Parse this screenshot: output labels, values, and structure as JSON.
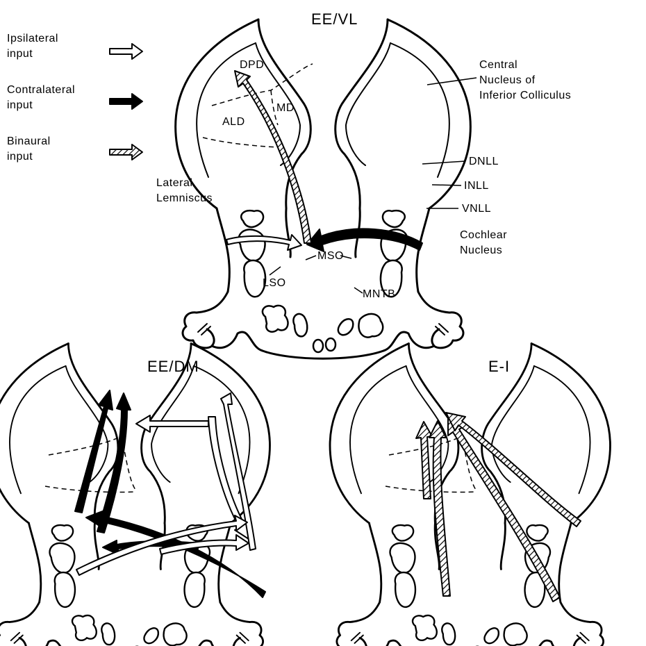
{
  "legend": {
    "ipsilateral": "Ipsilateral\ninput",
    "contralateral": "Contralateral\ninput",
    "binaural": "Binaural\ninput"
  },
  "panels": {
    "top": {
      "title": "EE/VL"
    },
    "bottom_left": {
      "title": "EE/DM"
    },
    "bottom_right": {
      "title": "E-I"
    }
  },
  "labels": {
    "dpd": "DPD",
    "md": "MD",
    "ald": "ALD",
    "central_nucleus": "Central\nNucleus of\nInferior Colliculus",
    "dnll": "DNLL",
    "inll": "INLL",
    "vnll": "VNLL",
    "lateral_lemniscus": "Lateral\nLemniscus",
    "cochlear_nucleus": "Cochlear\nNucleus",
    "mso": "MSO",
    "lso": "LSO",
    "mntb": "MNTB"
  },
  "colors": {
    "ink": "#000000",
    "paper": "#ffffff"
  }
}
